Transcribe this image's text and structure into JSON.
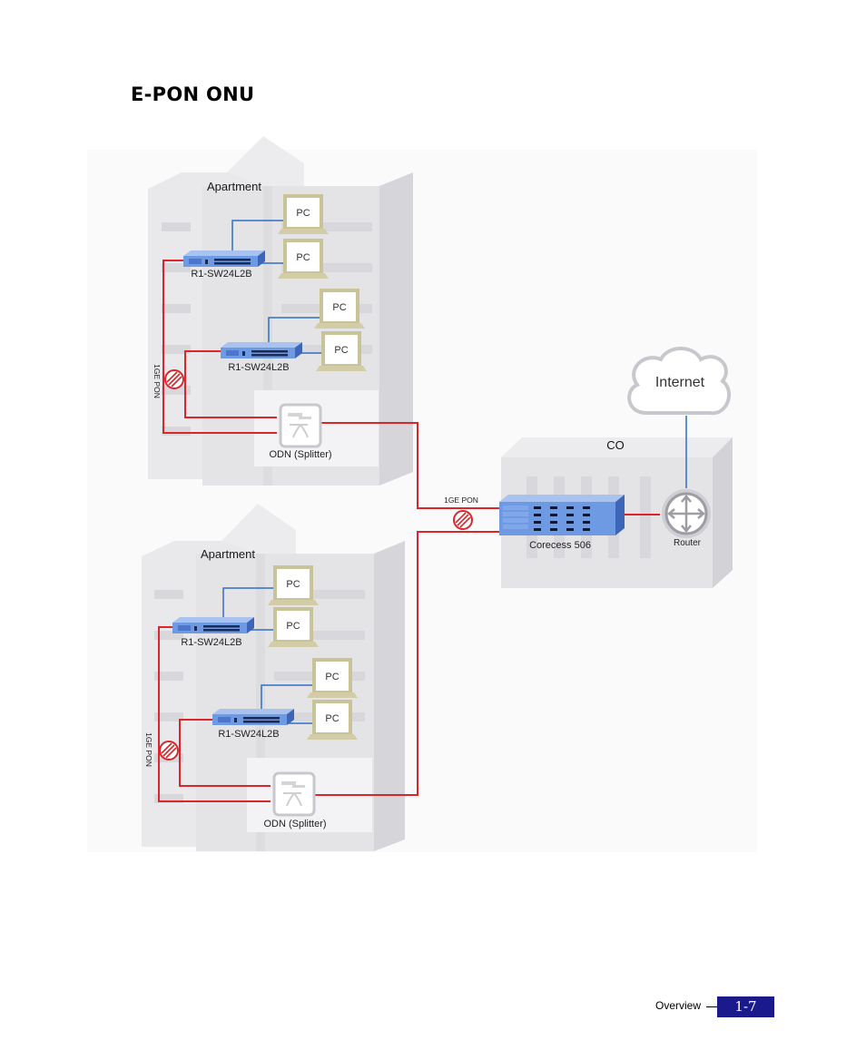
{
  "page": {
    "heading": "E-PON ONU",
    "footer_label": "Overview",
    "page_number": "1-7"
  },
  "diagram": {
    "buildings": [
      {
        "title": "Apartment",
        "pon_label": "1GE PON",
        "splitter_label": "ODN (Splitter)",
        "switches": [
          {
            "label": "R1-SW24L2B",
            "pcs": [
              "PC",
              "PC"
            ]
          },
          {
            "label": "R1-SW24L2B",
            "pcs": [
              "PC",
              "PC"
            ]
          }
        ]
      },
      {
        "title": "Apartment",
        "pon_label": "1GE PON",
        "splitter_label": "ODN (Splitter)",
        "switches": [
          {
            "label": "R1-SW24L2B",
            "pcs": [
              "PC",
              "PC"
            ]
          },
          {
            "label": "R1-SW24L2B",
            "pcs": [
              "PC",
              "PC"
            ]
          }
        ]
      }
    ],
    "co": {
      "title": "CO",
      "olt_label": "Corecess 506",
      "router_label": "Router",
      "pon_label": "1GE PON"
    },
    "cloud_label": "Internet",
    "colors": {
      "fiber": "#d9262a",
      "ethernet": "#2e6fc2",
      "switch": "#6e9ae3",
      "pc_frame": "#c9c498",
      "building": "#e7e7ea"
    }
  }
}
